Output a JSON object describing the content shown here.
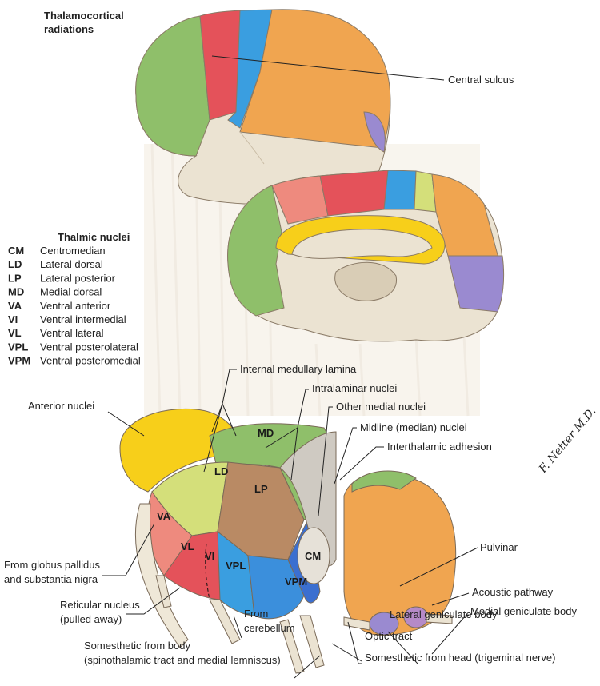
{
  "title": "Thalamocortical radiations",
  "title_lines": [
    "Thalamocortical",
    "radiations"
  ],
  "labels": {
    "central_sulcus": "Central sulcus",
    "internal_medullary_lamina": "Internal medullary lamina",
    "intralaminar_nuclei": "Intralaminar nuclei",
    "other_medial_nuclei": "Other medial nuclei",
    "midline_nuclei": "Midline (median) nuclei",
    "interthalamic_adhesion": "Interthalamic adhesion",
    "anterior_nuclei": "Anterior nuclei",
    "pulvinar": "Pulvinar",
    "medial_geniculate_body": "Medial geniculate body",
    "acoustic_pathway": "Acoustic pathway",
    "lateral_geniculate_body": "Lateral geniculate body",
    "optic_tract": "Optic tract",
    "somesthetic_head": "Somesthetic from head (trigeminal nerve)",
    "somesthetic_body": [
      "Somesthetic from body",
      "(spinothalamic tract and medial lemniscus)"
    ],
    "reticular_nucleus": [
      "Reticular nucleus",
      "(pulled away)"
    ],
    "from_cerebellum": [
      "From",
      "cerebellum"
    ],
    "from_globus_pallidus": [
      "From globus pallidus",
      "and substantia nigra"
    ]
  },
  "nucleus_tags": {
    "MD": "MD",
    "LD": "LD",
    "LP": "LP",
    "VA": "VA",
    "VL": "VL",
    "VI": "VI",
    "VPL": "VPL",
    "VPM": "VPM",
    "CM": "CM"
  },
  "legend": {
    "title": "Thalmic nuclei",
    "items": [
      {
        "abbr": "CM",
        "name": "Centromedian"
      },
      {
        "abbr": "LD",
        "name": "Lateral dorsal"
      },
      {
        "abbr": "LP",
        "name": "Lateral posterior"
      },
      {
        "abbr": "MD",
        "name": "Medial dorsal"
      },
      {
        "abbr": "VA",
        "name": "Ventral anterior"
      },
      {
        "abbr": "VI",
        "name": "Ventral intermedial"
      },
      {
        "abbr": "VL",
        "name": "Ventral lateral"
      },
      {
        "abbr": "VPL",
        "name": "Ventral posterolateral"
      },
      {
        "abbr": "VPM",
        "name": "Ventral posteromedial"
      }
    ]
  },
  "signature": "F. Netter M.D.",
  "colors": {
    "green": "#8fbf6a",
    "red": "#e4525a",
    "salmon": "#ee8a7e",
    "blue": "#3a9ee0",
    "darkblue": "#3b6fd0",
    "orange": "#f0a550",
    "tan": "#ebe3d2",
    "purple": "#9a8ad0",
    "yellow": "#f7cf1a",
    "yellowgreen": "#d4df7a",
    "brown": "#b98a64",
    "gray": "#cfcac2"
  }
}
